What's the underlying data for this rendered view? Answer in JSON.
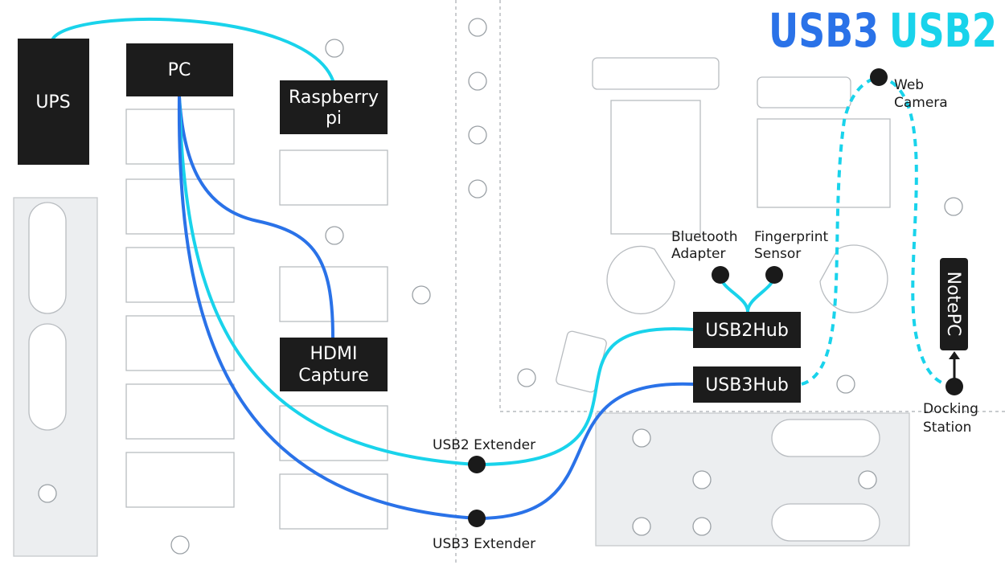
{
  "legend": {
    "usb3": "USB3",
    "usb2": "USB2",
    "usb3_color": "#2a72e8",
    "usb2_color": "#19d3eb"
  },
  "devices": {
    "ups": "UPS",
    "pc": "PC",
    "raspberry_line1": "Raspberry",
    "raspberry_line2": "pi",
    "hdmi_line1": "HDMI",
    "hdmi_line2": "Capture",
    "usb2hub": "USB2Hub",
    "usb3hub": "USB3Hub",
    "notepc": "NotePC"
  },
  "labels": {
    "usb2_extender": "USB2 Extender",
    "usb3_extender": "USB3 Extender",
    "bluetooth_line1": "Bluetooth",
    "bluetooth_line2": "Adapter",
    "fingerprint_line1": "Fingerprint",
    "fingerprint_line2": "Sensor",
    "webcam_line1": "Web",
    "webcam_line2": "Camera",
    "docking_line1": "Docking",
    "docking_line2": "Station"
  }
}
